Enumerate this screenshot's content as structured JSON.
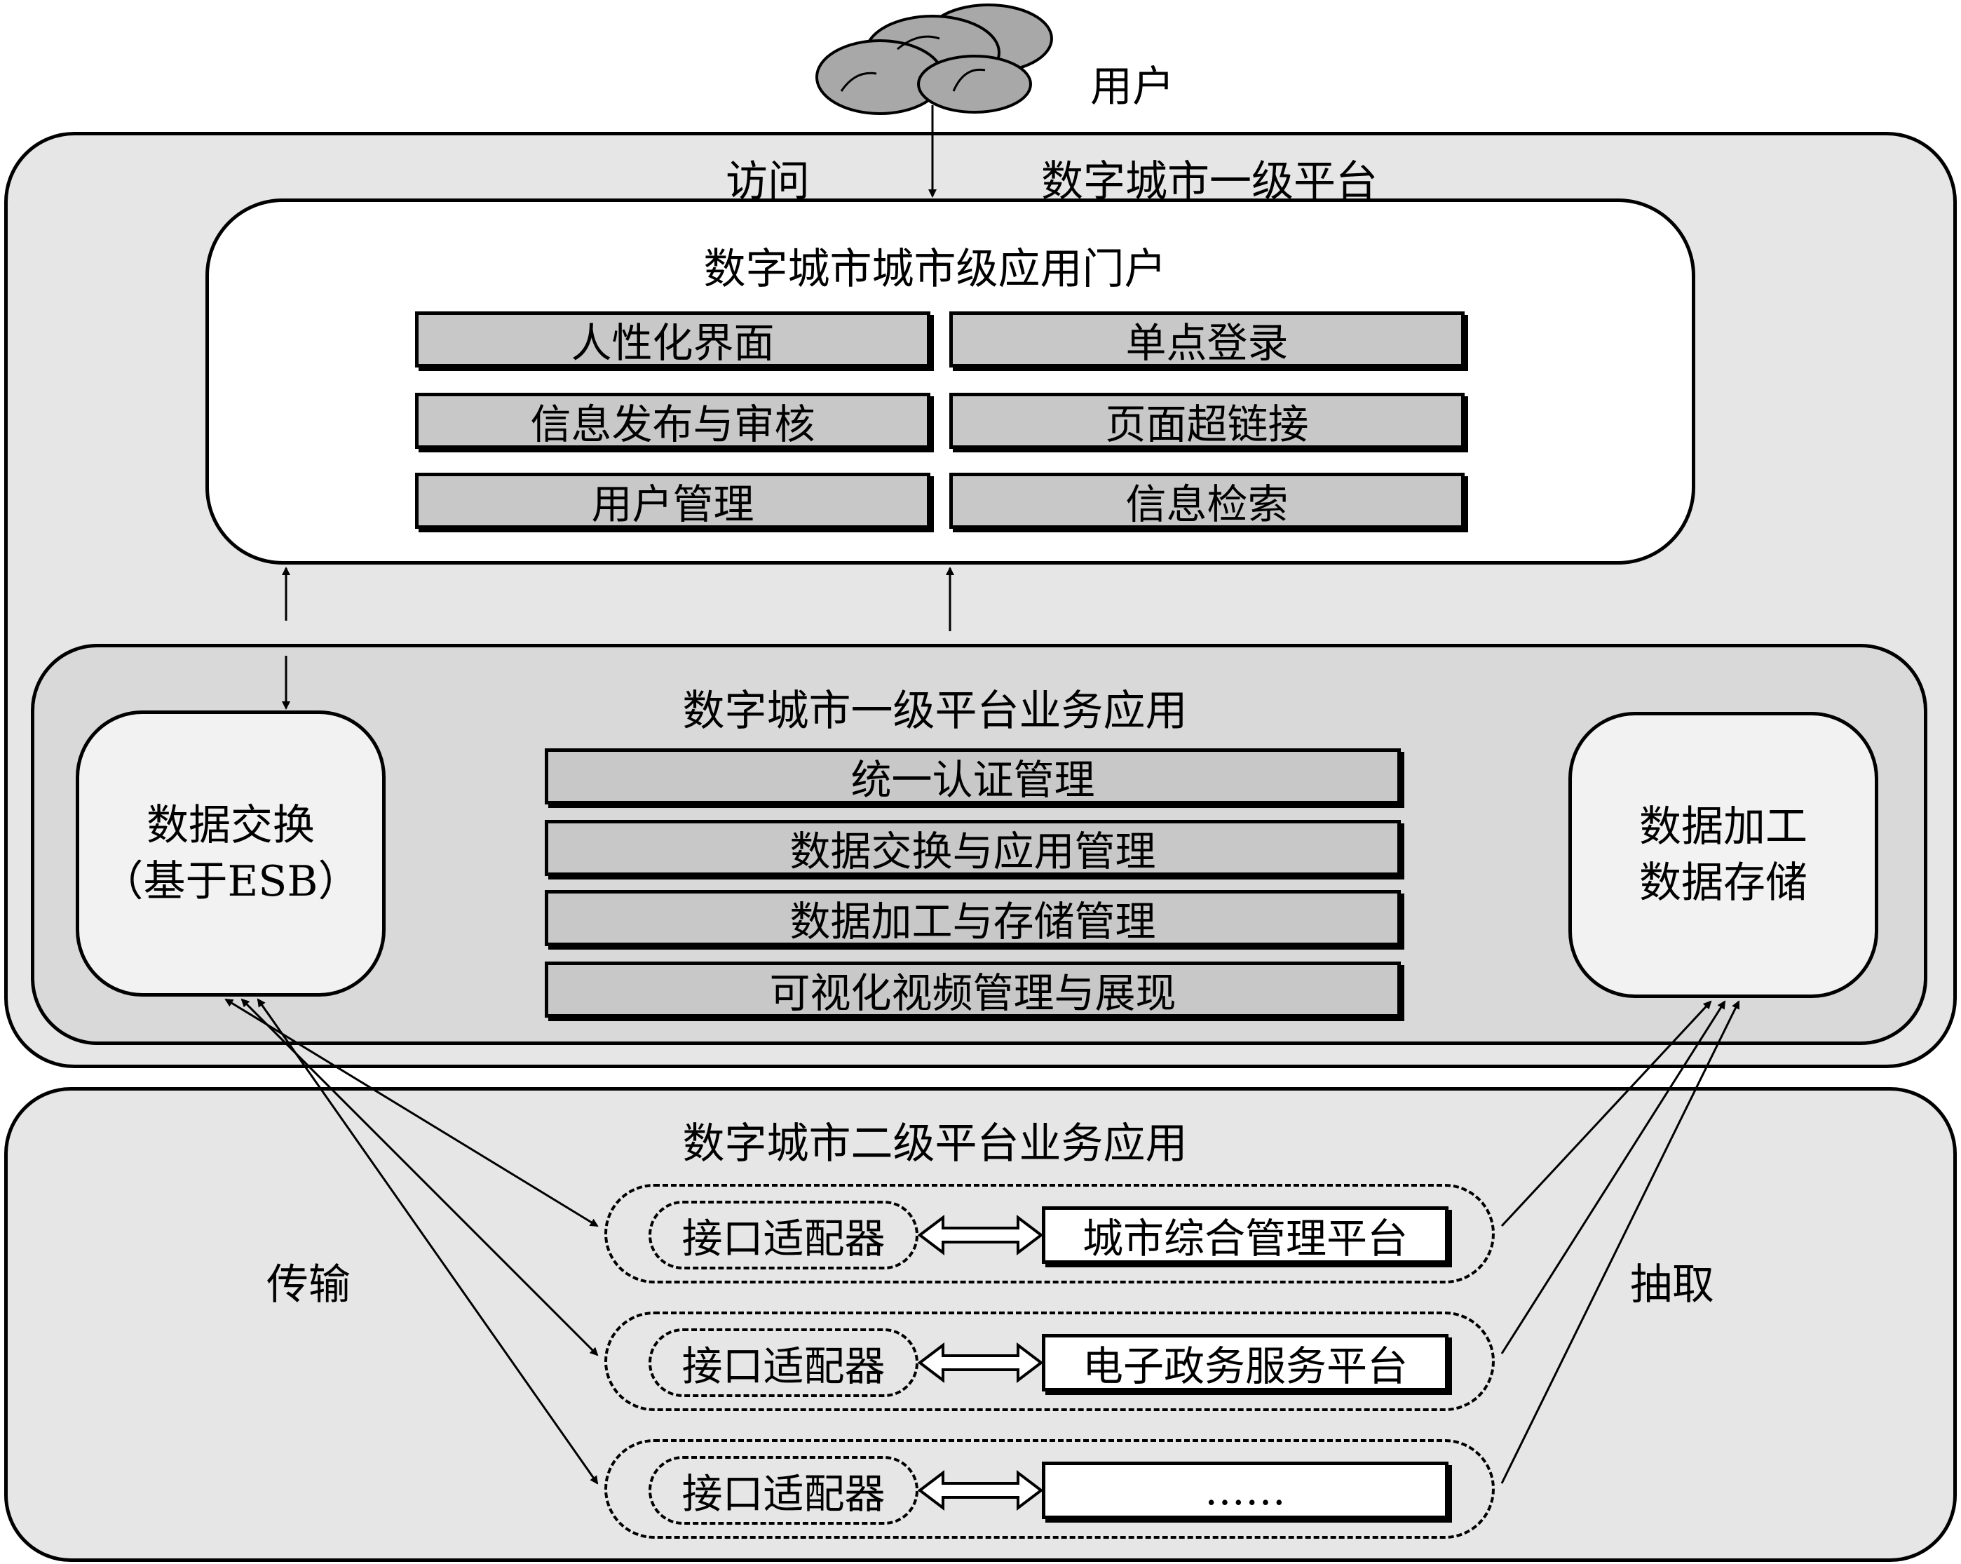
{
  "user_label": "用户",
  "access_label": "访问",
  "platform1": {
    "title": "数字城市一级平台",
    "portal": {
      "title": "数字城市城市级应用门户",
      "items": [
        "人性化界面",
        "单点登录",
        "信息发布与审核",
        "页面超链接",
        "用户管理",
        "信息检索"
      ]
    },
    "business": {
      "title": "数字城市一级平台业务应用",
      "left_box": [
        "数据交换",
        "（基于ESB）"
      ],
      "modules": [
        "统一认证管理",
        "数据交换与应用管理",
        "数据加工与存储管理",
        "可视化视频管理与展现"
      ],
      "right_box": [
        "数据加工",
        "数据存储"
      ]
    }
  },
  "platform2": {
    "title": "数字城市二级平台业务应用",
    "transfer_label": "传输",
    "extract_label": "抽取",
    "rows": [
      {
        "adapter": "接口适配器",
        "system": "城市综合管理平台"
      },
      {
        "adapter": "接口适配器",
        "system": "电子政务服务平台"
      },
      {
        "adapter": "接口适配器",
        "system": "……"
      }
    ]
  },
  "colors": {
    "outer_fill": "#e6e6e6",
    "business_fill": "#d9d9d9",
    "module_fill": "#c8c8c8",
    "cloud_fill": "#a8a8a8"
  }
}
